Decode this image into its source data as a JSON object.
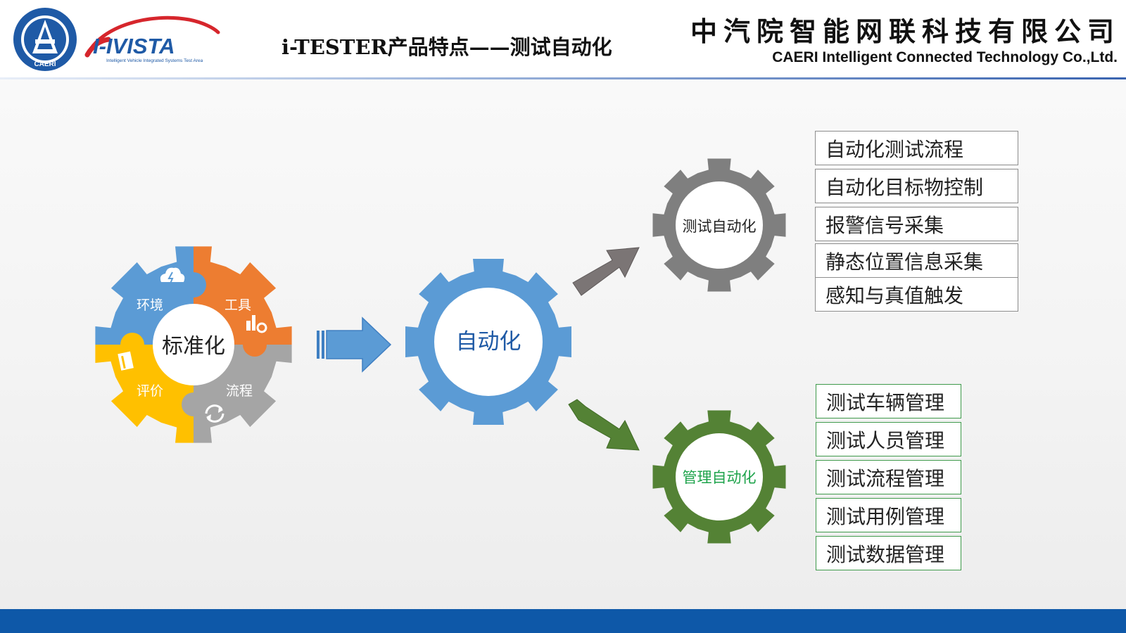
{
  "header": {
    "title": "i-TESTER产品特点——测试自动化",
    "company_cn": "中汽院智能网联科技有限公司",
    "company_en": "CAERI Intelligent Connected Technology Co.,Ltd.",
    "logo_text": "I-IVISTA",
    "logo_tagline": "Intelligent Vehicle Integrated Systems Test Area",
    "seal_text": "CAERI"
  },
  "puzzle_gear": {
    "center": "标准化",
    "segments": [
      "环境",
      "工具",
      "评价",
      "流程"
    ]
  },
  "main_gear": {
    "label": "自动化"
  },
  "test_gear": {
    "label": "测试自动化",
    "items": [
      "自动化测试流程",
      "自动化目标物控制",
      "报警信号采集",
      "静态位置信息采集",
      "感知与真值触发"
    ]
  },
  "mgmt_gear": {
    "label": "管理自动化",
    "items": [
      "测试车辆管理",
      "测试人员管理",
      "测试流程管理",
      "测试用例管理",
      "测试数据管理"
    ]
  },
  "colors": {
    "blue": "#5b9bd5",
    "orange": "#ed7d31",
    "gray": "#a5a5a5",
    "yellow": "#ffc000",
    "dark_gray": "#7f7f7f",
    "green": "#548235",
    "footer": "#0e58a8"
  }
}
